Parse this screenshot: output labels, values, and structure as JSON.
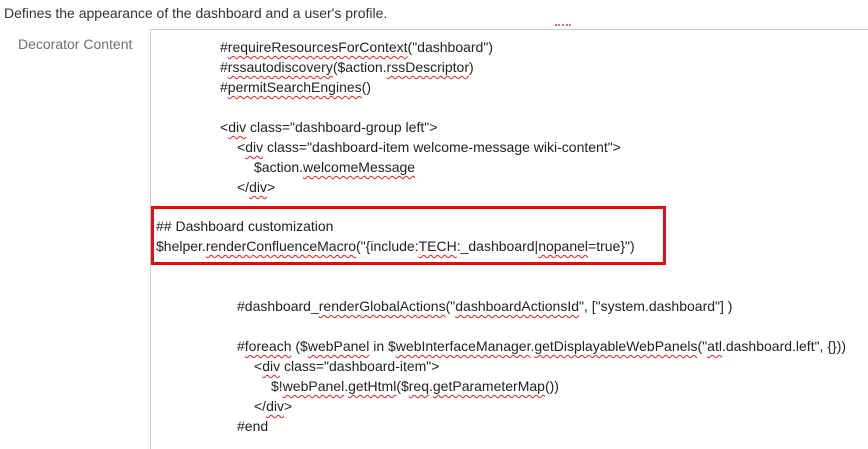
{
  "description": "Defines the appearance of the dashboard and a user's profile.",
  "field_label": "Decorator Content",
  "code_lines": [
    "#requireResourcesForContext(\"dashboard\")",
    "#rssautodiscovery($action.rssDescriptor)",
    "#permitSearchEngines()",
    "",
    "<div class=\"dashboard-group left\">",
    "<div class=\"dashboard-item welcome-message wiki-content\">",
    "$action.welcomeMessage",
    "</div>",
    "",
    "## Dashboard customization",
    "$helper.renderConfluenceMacro(\"{include:TECH:_dashboard|nopanel=true}\")",
    "",
    "",
    "#dashboard_renderGlobalActions(\"dashboardActionsId\", [\"system.dashboard\"] )",
    "",
    "#foreach ($webPanel in $webInterfaceManager.getDisplayableWebPanels(\"atl.dashboard.left\", {}))",
    "<div class=\"dashboard-item\">",
    "$!webPanel.getHtml($req.getParameterMap())",
    "</div>",
    "#end"
  ],
  "highlight_color": "#e01010",
  "spellcheck_color": "#e02020"
}
